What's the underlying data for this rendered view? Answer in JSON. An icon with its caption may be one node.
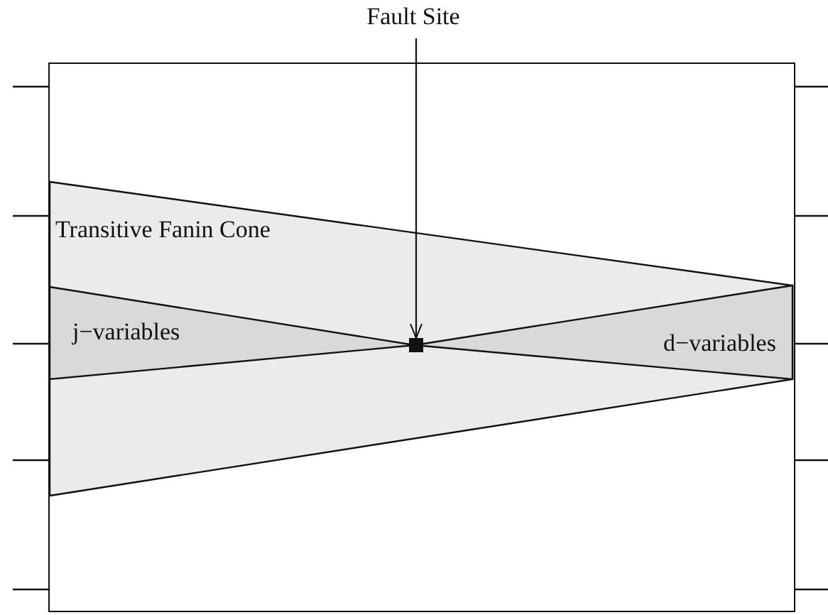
{
  "diagram": {
    "nodes": [
      {
        "text": [],
        "shape": "box"
      },
      {
        "text": [
          "Transitive Fanin Cone"
        ],
        "in": 0
      },
      {
        "text": [
          "j−variables"
        ],
        "in": 1
      },
      {
        "text": [
          "d−variables"
        ],
        "in": 1
      },
      {
        "text": [],
        "shape": "box",
        "in": 1
      },
      {
        "text": [
          "Fault Site"
        ]
      }
    ],
    "edges": [
      {
        "from": 5,
        "to": 4,
        "arrow": "to"
      }
    ]
  }
}
